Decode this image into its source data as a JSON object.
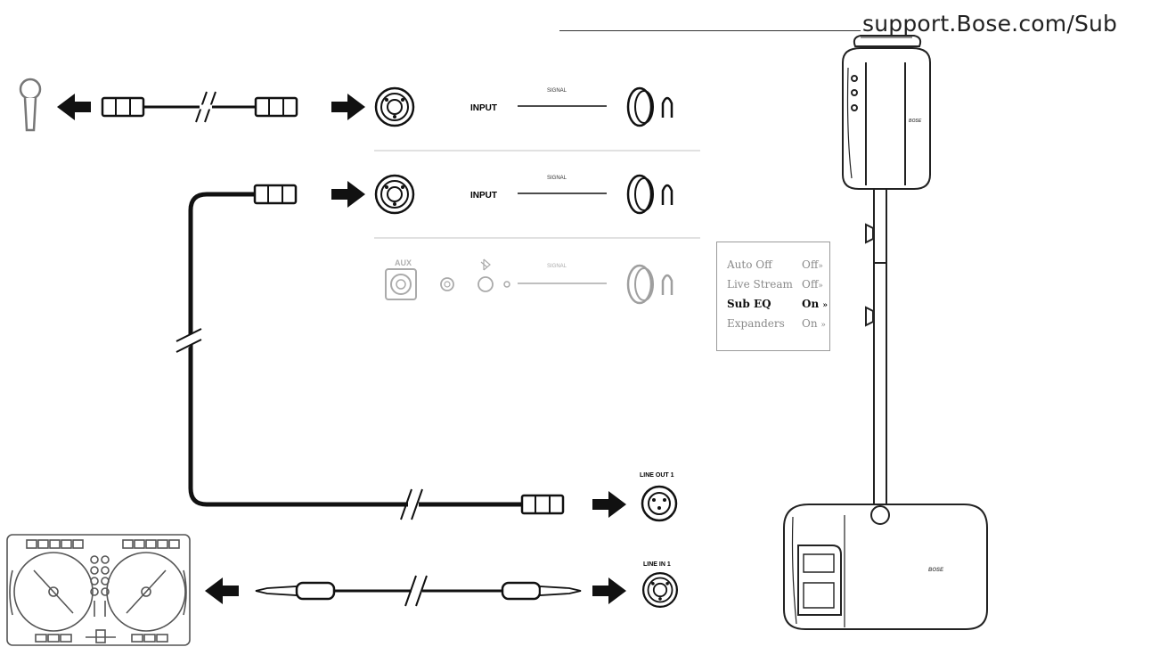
{
  "header": {
    "url": "support.Bose.com/Sub"
  },
  "inputs": [
    {
      "label": "INPUT",
      "signal_label": "SIGNAL"
    },
    {
      "label": "INPUT",
      "signal_label": "SIGNAL"
    }
  ],
  "aux_row": {
    "aux_label": "AUX",
    "signal_label": "SIGNAL",
    "bluetooth_icon": "bluetooth-icon"
  },
  "outputs": {
    "line_out": "LINE OUT 1",
    "line_in": "LINE IN 1"
  },
  "menu": {
    "items": [
      {
        "label": "Auto Off",
        "value": "Off",
        "active": false
      },
      {
        "label": "Live Stream",
        "value": "Off",
        "active": false
      },
      {
        "label": "Sub EQ",
        "value": "On",
        "active": true
      },
      {
        "label": "Expanders",
        "value": "On",
        "active": false
      }
    ],
    "arrow": "»"
  },
  "speaker": {
    "brand": "BOSE"
  },
  "colors": {
    "line": "#111111",
    "dim": "#b5b5b5",
    "text_dim": "#8a8a8a"
  }
}
